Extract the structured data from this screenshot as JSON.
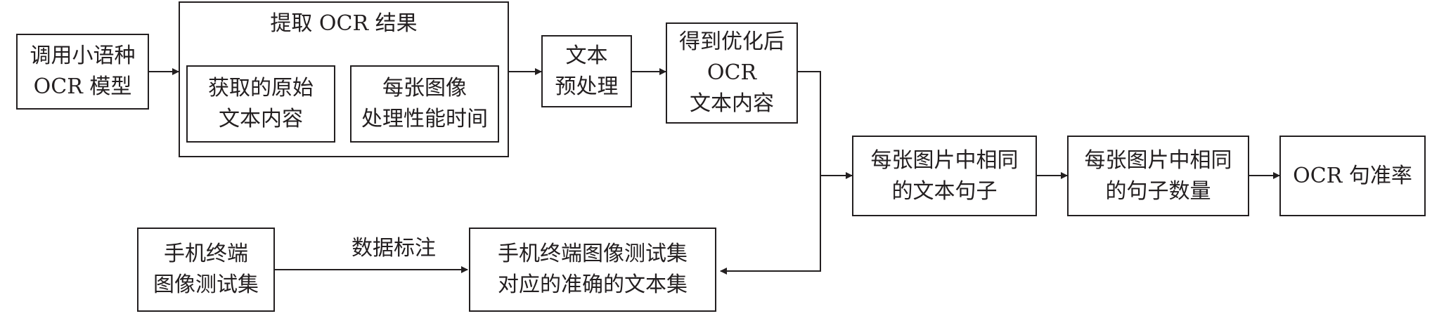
{
  "nodes": {
    "call_model": [
      "调用小语种",
      "OCR 模型"
    ],
    "extract_group_title": "提取 OCR 结果",
    "raw_text": [
      "获取的原始",
      "文本内容"
    ],
    "perf_time": [
      "每张图像",
      "处理性能时间"
    ],
    "preprocess": [
      "文本",
      "预处理"
    ],
    "optimized": [
      "得到优化后",
      "OCR",
      "文本内容"
    ],
    "same_sentences": [
      "每张图片中相同",
      "的文本句子"
    ],
    "same_count": [
      "每张图片中相同",
      "的句子数量"
    ],
    "accuracy": [
      "OCR 句准率"
    ],
    "test_set": [
      "手机终端",
      "图像测试集"
    ],
    "ground_truth": [
      "手机终端图像测试集",
      "对应的准确的文本集"
    ]
  },
  "edge_labels": {
    "annotation": "数据标注"
  }
}
